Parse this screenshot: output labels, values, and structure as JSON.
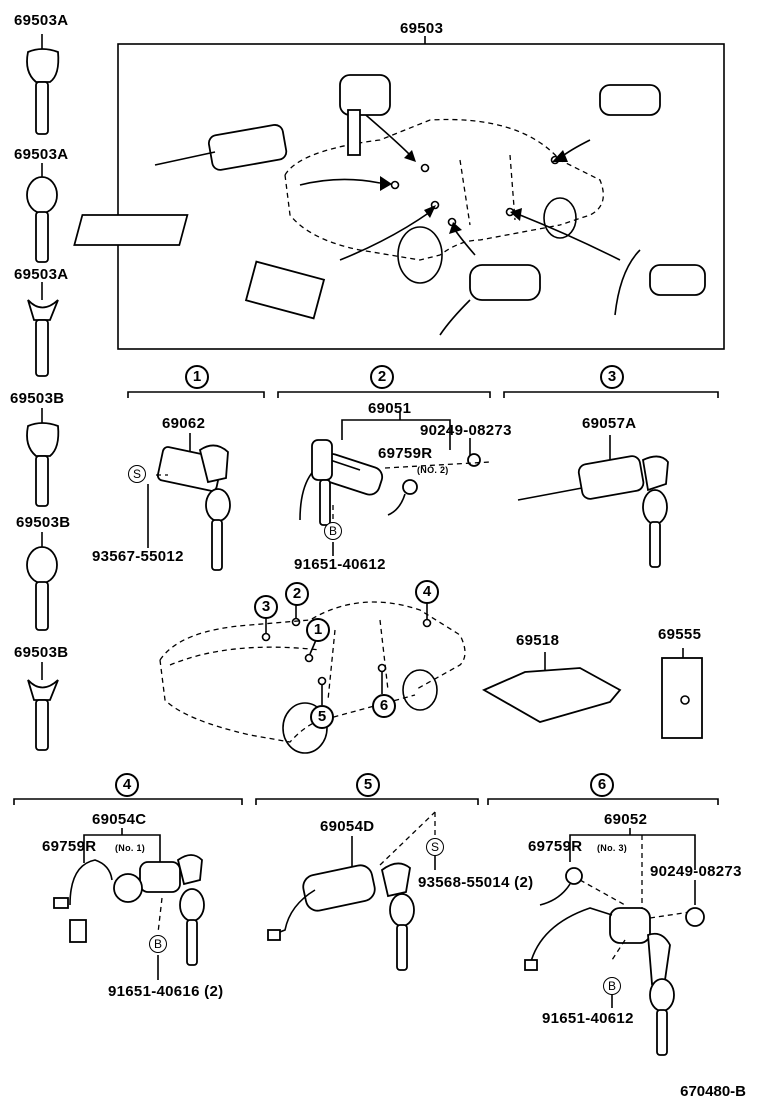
{
  "diagram": {
    "type": "parts-exploded-view",
    "drawing_code": "670480-B",
    "keys_column": [
      {
        "part": "69503A"
      },
      {
        "part": "69503A"
      },
      {
        "part": "69503A"
      },
      {
        "part": "69503B"
      },
      {
        "part": "69503B"
      },
      {
        "part": "69503B"
      }
    ],
    "overview_box": {
      "part": "69503"
    },
    "groups": [
      {
        "id": "1",
        "main_part": "69062",
        "sub_parts": [
          {
            "symbol": "S",
            "part": "93567-55012"
          }
        ]
      },
      {
        "id": "2",
        "main_part": "69051",
        "sub_parts": [
          {
            "part": "90249-08273"
          },
          {
            "part": "69759R",
            "note": "(NO. 2)"
          },
          {
            "symbol": "B",
            "part": "91651-40612"
          }
        ]
      },
      {
        "id": "3",
        "main_part": "69057A",
        "sub_parts": []
      },
      {
        "id": "4",
        "main_part": "69054C",
        "sub_parts": [
          {
            "part": "69759R",
            "note": "(No. 1)"
          },
          {
            "symbol": "B",
            "part": "91651-40616 (2)"
          }
        ]
      },
      {
        "id": "5",
        "main_part": "69054D",
        "sub_parts": [
          {
            "symbol": "S",
            "part": "93568-55014 (2)"
          }
        ]
      },
      {
        "id": "6",
        "main_part": "69052",
        "sub_parts": [
          {
            "part": "69759R",
            "note": "(No. 3)"
          },
          {
            "part": "90249-08273"
          },
          {
            "symbol": "B",
            "part": "91651-40612"
          }
        ]
      }
    ],
    "accessories": [
      {
        "part": "69518"
      },
      {
        "part": "69555"
      }
    ],
    "car_locator_markers": [
      "1",
      "2",
      "3",
      "4",
      "5",
      "6"
    ]
  }
}
